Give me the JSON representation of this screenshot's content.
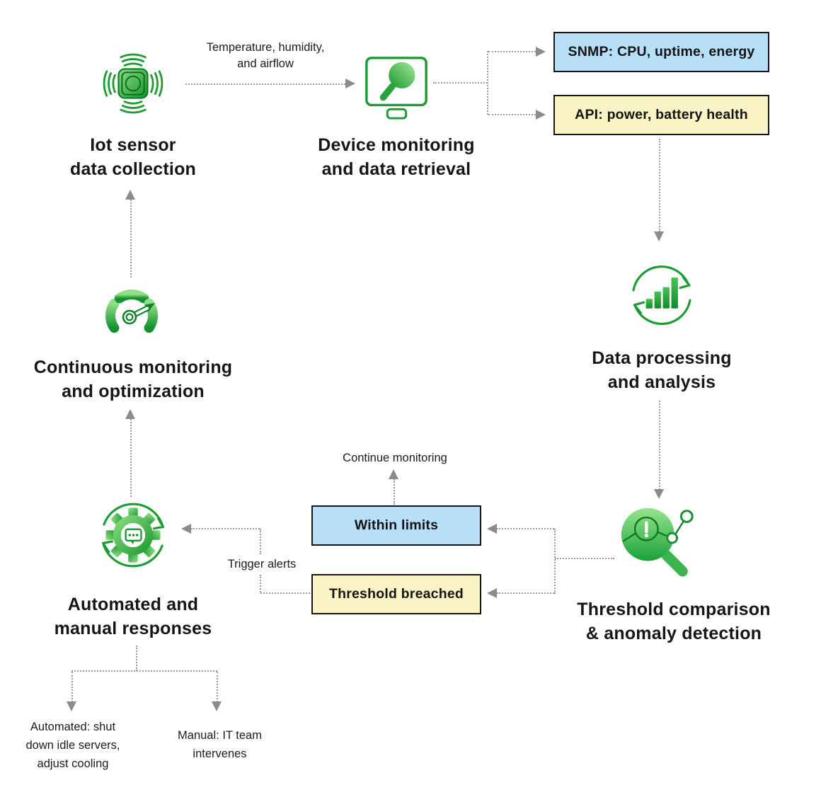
{
  "nodes": {
    "iot_sensor": {
      "line1": "Iot sensor",
      "line2": "data collection"
    },
    "device_monitoring": {
      "line1": "Device monitoring",
      "line2": "and data retrieval"
    },
    "data_processing": {
      "line1": "Data processing",
      "line2": "and analysis"
    },
    "threshold_comparison": {
      "line1": "Threshold comparison",
      "line2": "& anomaly detection"
    },
    "automated_responses": {
      "line1": "Automated and",
      "line2": "manual responses"
    },
    "continuous_monitoring": {
      "line1": "Continuous monitoring",
      "line2": "and optimization"
    }
  },
  "boxes": {
    "snmp": "SNMP: CPU, uptime, energy",
    "api": "API: power, battery health",
    "within_limits": "Within limits",
    "threshold_breached": "Threshold breached"
  },
  "edge_labels": {
    "sensor_to_monitor": {
      "line1": "Temperature, humidity,",
      "line2": "and airflow"
    },
    "continue_monitoring": "Continue monitoring",
    "trigger_alerts": "Trigger alerts"
  },
  "outcomes": {
    "automated": {
      "line1": "Automated: shut",
      "line2": "down idle servers,",
      "line3": "adjust cooling"
    },
    "manual": {
      "line1": "Manual: IT team",
      "line2": "intervenes"
    }
  },
  "icons": {
    "iot_sensor": "iot-sensor-icon",
    "device_monitoring": "monitor-magnifier-icon",
    "data_processing": "chart-cycle-icon",
    "threshold_comparison": "anomaly-magnifier-icon",
    "automated_responses": "gear-chat-cycle-icon",
    "continuous_monitoring": "gauge-icon"
  },
  "colors": {
    "green": "#1b9c33",
    "green_dark": "#0c7a22",
    "green_light": "#8fdf84",
    "blue_fill": "#b7e0f8",
    "yellow_fill": "#faf3c6",
    "box_border": "#161616",
    "connector_gray": "#9b9b9b",
    "arrowhead_gray": "#8b8b8b",
    "text": "#141414"
  }
}
